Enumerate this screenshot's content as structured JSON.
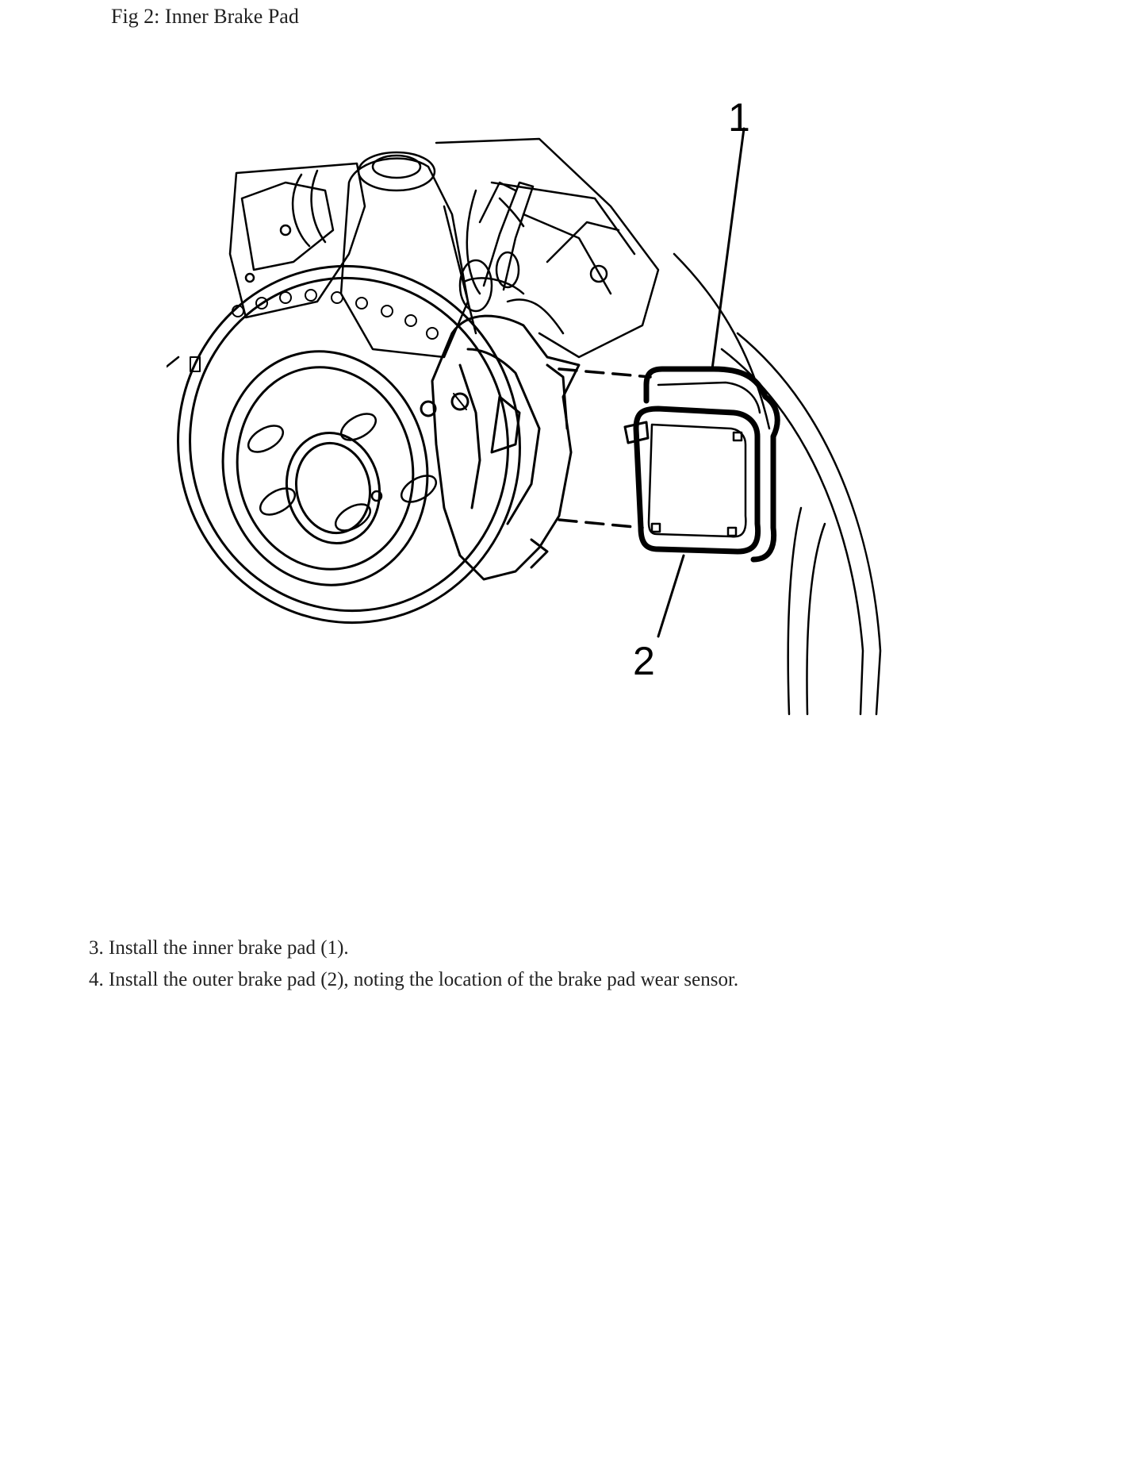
{
  "document": {
    "caption": "Fig 2: Inner Brake Pad",
    "figure": {
      "callouts": [
        "1",
        "2"
      ]
    },
    "steps": [
      {
        "number": "3.",
        "text": "Install the inner brake pad (1)."
      },
      {
        "number": "4.",
        "text": "Install the outer brake pad (2), noting the location of the brake pad wear sensor."
      }
    ]
  }
}
